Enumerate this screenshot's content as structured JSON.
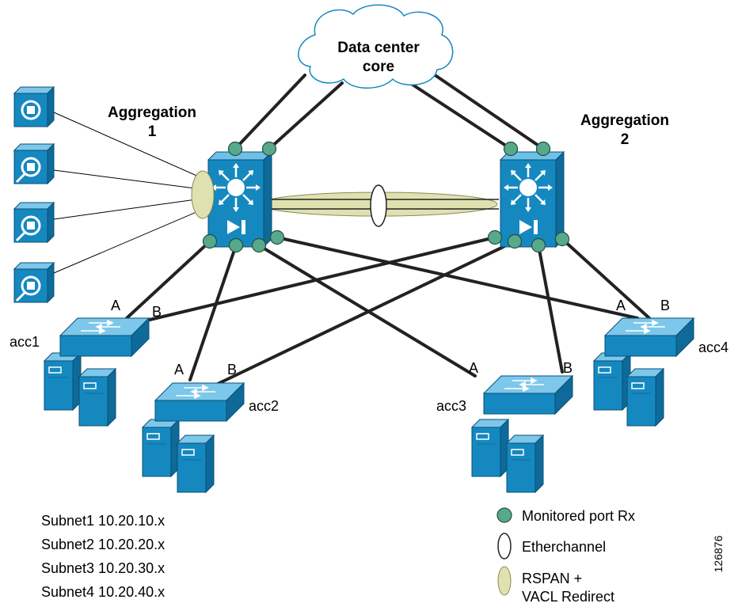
{
  "core": {
    "line1": "Data center",
    "line2": "core"
  },
  "aggregation": [
    {
      "line1": "Aggregation",
      "line2": "1"
    },
    {
      "line1": "Aggregation",
      "line2": "2"
    }
  ],
  "access": [
    {
      "name": "acc1",
      "port_a": "A",
      "port_b": "B"
    },
    {
      "name": "acc2",
      "port_a": "A",
      "port_b": "B"
    },
    {
      "name": "acc3",
      "port_a": "A",
      "port_b": "B"
    },
    {
      "name": "acc4",
      "port_a": "A",
      "port_b": "B"
    }
  ],
  "subnets": [
    "Subnet1 10.20.10.x",
    "Subnet2 10.20.20.x",
    "Subnet3 10.20.30.x",
    "Subnet4 10.20.40.x"
  ],
  "legend": {
    "monitored": "Monitored port Rx",
    "etherchannel": "Etherchannel",
    "rspan_line1": "RSPAN +",
    "rspan_line2": "VACL Redirect"
  },
  "figure_id": "126876",
  "colors": {
    "device_blue": "#1588c0",
    "device_dark": "#0e6a99",
    "port_green": "#58a88a",
    "rspan_fill": "#dfe2b0"
  }
}
